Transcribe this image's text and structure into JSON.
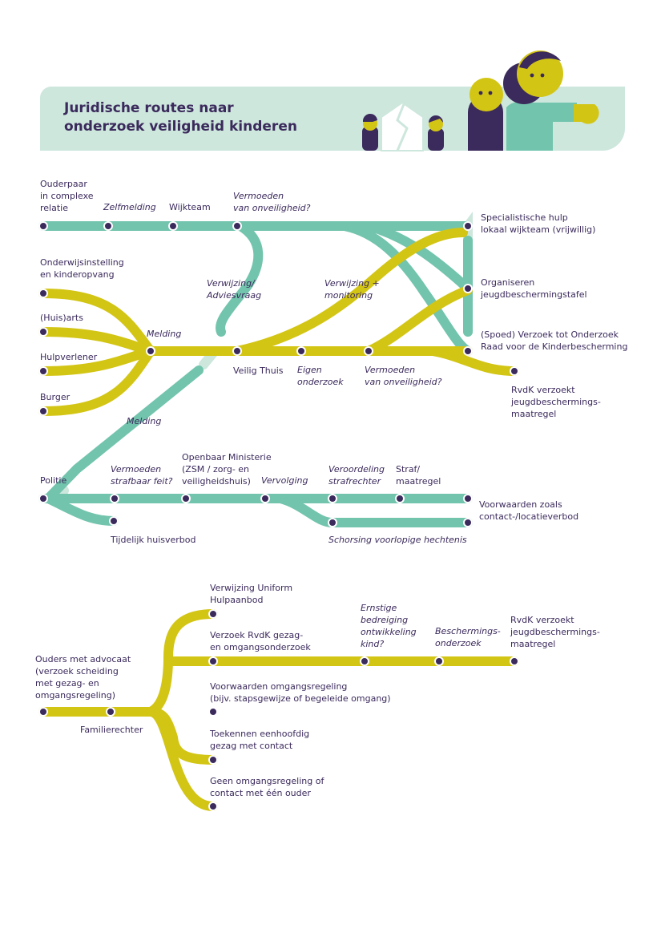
{
  "header": {
    "title_line1": "Juridische routes naar",
    "title_line2": "onderzoek veiligheid kinderen"
  },
  "colors": {
    "green": "#72c4ad",
    "green_light": "#cde7dd",
    "yellow": "#d3c514",
    "purple": "#3b2a5c"
  },
  "icons": [
    "family-illustration-icon",
    "house-icon",
    "person-icon"
  ],
  "labels": {
    "ouderpaar": "Ouderpaar\nin complexe\nrelatie",
    "zelfmelding": "Zelfmelding",
    "wijkteam": "Wijkteam",
    "vermoeden_top": "Vermoeden\nvan onveiligheid?",
    "specialistische": "Specialistische hulp\nlokaal wijkteam (vrijwillig)",
    "onderwijs": "Onderwijsinstelling\nen kinderopvang",
    "huisarts": "(Huis)arts",
    "hulpverlener": "Hulpverlener",
    "burger": "Burger",
    "melding1": "Melding",
    "verwijzing_advies": "Verwijzing/\nAdviesvraag",
    "verwijzing_monitoring": "Verwijzing +\nmonitoring",
    "organiseren": "Organiseren\njeugdbeschermingstafel",
    "spoed": "(Spoed) Verzoek tot Onderzoek\nRaad voor de Kinderbescherming",
    "veilig_thuis": "Veilig Thuis",
    "eigen_onderzoek": "Eigen\nonderzoek",
    "vermoeden_mid": "Vermoeden\nvan onveiligheid?",
    "rvdk1": "RvdK verzoekt\njeugdbeschermings-\nmaatregel",
    "melding2": "Melding",
    "politie": "Politie",
    "vermoeden_strafbaar": "Vermoeden\nstrafbaar feit?",
    "om": "Openbaar Ministerie\n(ZSM / zorg- en\nveiligheidshuis)",
    "vervolging": "Vervolging",
    "veroordeling": "Veroordeling\nstrafrechter",
    "straf": "Straf/\nmaatregel",
    "voorwaarden_contact": "Voorwaarden zoals\ncontact-/locatieverbod",
    "huisverbod": "Tijdelijk huisverbod",
    "schorsing": "Schorsing voorlopige hechtenis",
    "uniform": "Verwijzing Uniform\nHulpaanbod",
    "ernstige": "Ernstige\nbedreiging\nontwikkeling\nkind?",
    "beschermings": "Beschermings-\nonderzoek",
    "rvdk2": "RvdK verzoekt\njeugdbeschermings-\nmaatregel",
    "verzoek_rvdk": "Verzoek RvdK gezag-\nen omgangsonderzoek",
    "ouders_advocaat": "Ouders met advocaat\n(verzoek scheiding\nmet gezag- en\nomgangsregeling)",
    "voorwaarden_omgang": "Voorwaarden omgangsregeling\n(bijv. stapsgewijze of begeleide omgang)",
    "familierechter": "Familierechter",
    "toekennen": "Toekennen eenhoofdig\ngezag met contact",
    "geen_omgang": "Geen omgangsregeling of\ncontact met één ouder"
  }
}
